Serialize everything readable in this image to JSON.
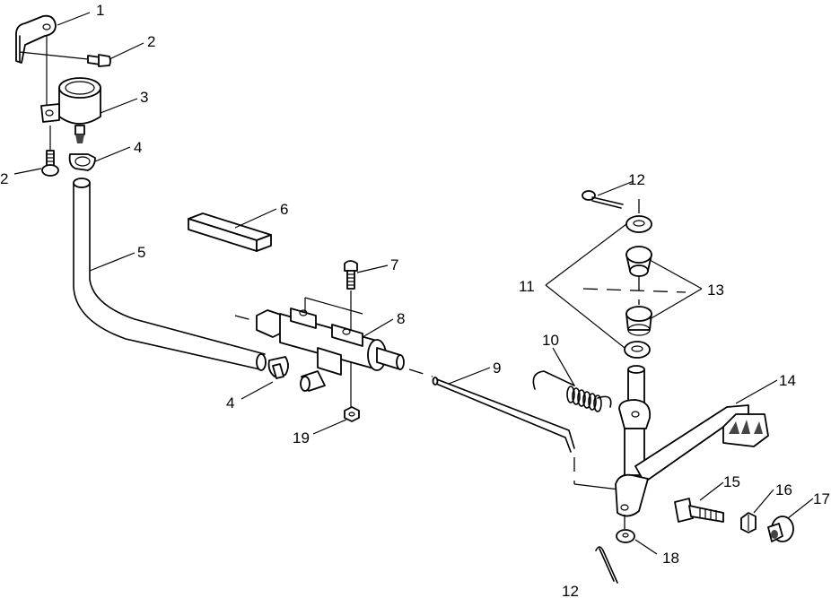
{
  "diagram": {
    "callouts": [
      {
        "id": "c1",
        "label": "1"
      },
      {
        "id": "c2a",
        "label": "2"
      },
      {
        "id": "c3",
        "label": "3"
      },
      {
        "id": "c2b",
        "label": "2"
      },
      {
        "id": "c4a",
        "label": "4"
      },
      {
        "id": "c5",
        "label": "5"
      },
      {
        "id": "c6",
        "label": "6"
      },
      {
        "id": "c7",
        "label": "7"
      },
      {
        "id": "c8",
        "label": "8"
      },
      {
        "id": "c4b",
        "label": "4"
      },
      {
        "id": "c19",
        "label": "19"
      },
      {
        "id": "c9",
        "label": "9"
      },
      {
        "id": "c10",
        "label": "10"
      },
      {
        "id": "c12a",
        "label": "12"
      },
      {
        "id": "c11",
        "label": "11"
      },
      {
        "id": "c13",
        "label": "13"
      },
      {
        "id": "c14",
        "label": "14"
      },
      {
        "id": "c15",
        "label": "15"
      },
      {
        "id": "c16",
        "label": "16"
      },
      {
        "id": "c17",
        "label": "17"
      },
      {
        "id": "c18",
        "label": "18"
      },
      {
        "id": "c12b",
        "label": "12"
      }
    ]
  }
}
